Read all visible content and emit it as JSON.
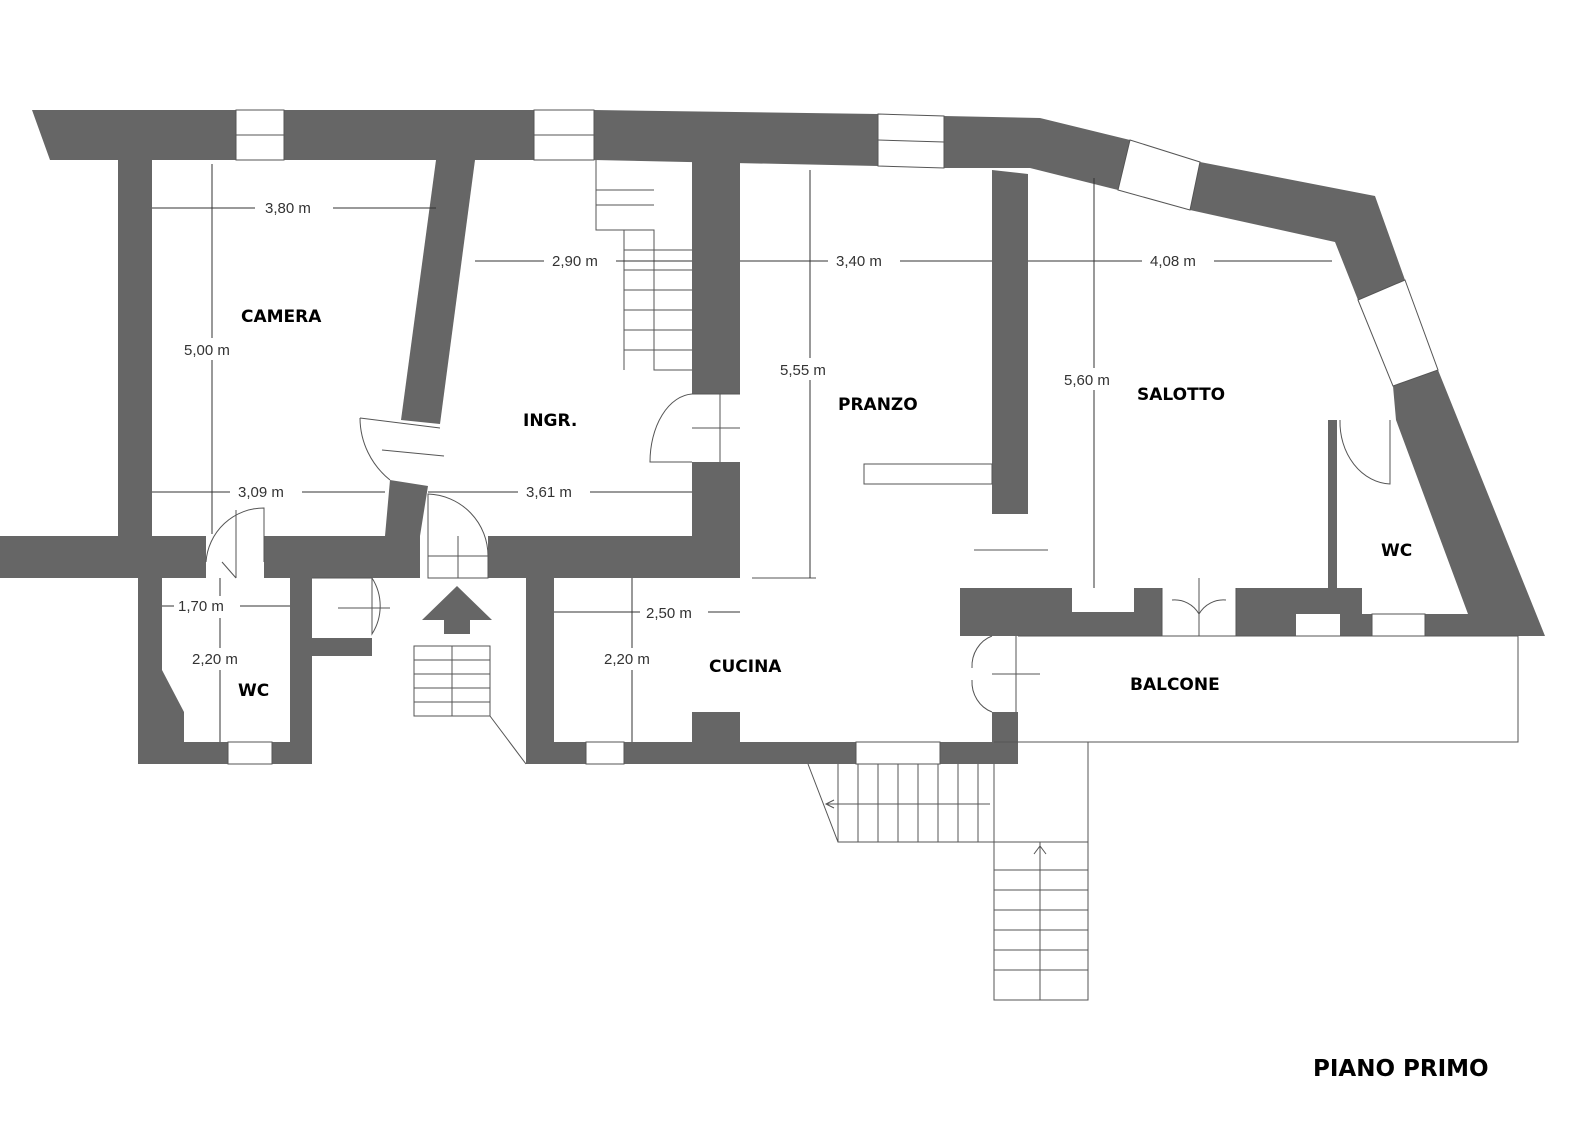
{
  "title": "PIANO PRIMO",
  "colors": {
    "wall": "#666666",
    "background": "#ffffff",
    "line": "#555555"
  },
  "rooms": {
    "camera": "CAMERA",
    "ingr": "INGR.",
    "pranzo": "PRANZO",
    "salotto": "SALOTTO",
    "wc_left": "WC",
    "wc_right": "WC",
    "cucina": "CUCINA",
    "balcone": "BALCONE"
  },
  "dimensions": {
    "camera_width": "3,80 m",
    "camera_height": "5,00 m",
    "camera_lower_width": "3,09 m",
    "ingr_width": "2,90 m",
    "ingr_lower_width": "3,61 m",
    "pranzo_width": "3,40 m",
    "pranzo_height": "5,55 m",
    "salotto_width": "4,08 m",
    "salotto_height": "5,60 m",
    "wc_width": "1,70 m",
    "wc_height": "2,20 m",
    "cucina_width": "2,50 m",
    "cucina_height": "2,20 m"
  },
  "icons": {
    "entrance": "up-arrow-icon"
  }
}
